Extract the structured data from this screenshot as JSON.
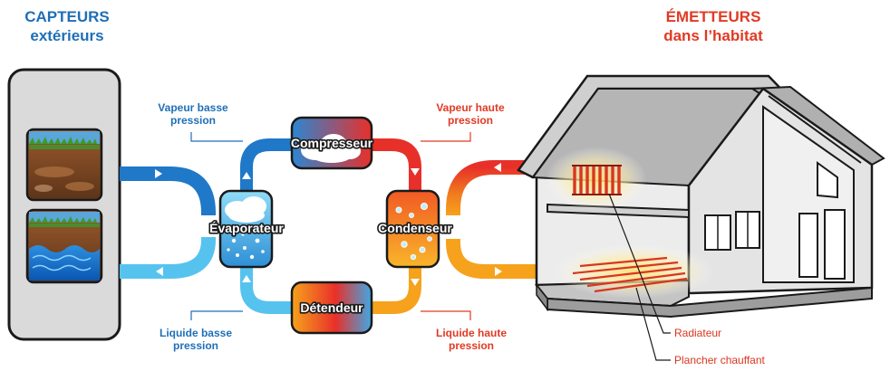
{
  "headings": {
    "sensors_line1": "CAPTEURS",
    "sensors_line2": "extérieurs",
    "emitters_line1": "ÉMETTEURS",
    "emitters_line2": "dans l’habitat"
  },
  "states": {
    "vapor_low_line1": "Vapeur basse",
    "vapor_low_line2": "pression",
    "vapor_high_line1": "Vapeur haute",
    "vapor_high_line2": "pression",
    "liquid_low_line1": "Liquide basse",
    "liquid_low_line2": "pression",
    "liquid_high_line1": "Liquide haute",
    "liquid_high_line2": "pression"
  },
  "components": {
    "compressor": "Compresseur",
    "evaporator": "Évaporateur",
    "condenser": "Condenseur",
    "expansion_valve": "Détendeur"
  },
  "legend": {
    "radiator": "Radiateur",
    "floor_heating": "Plancher chauffant"
  },
  "colors": {
    "cold_dark": "#1f78c8",
    "cold_light": "#56c3ef",
    "hot_red": "#e8302a",
    "hot_orange": "#f6a21c",
    "label_blue": "#1f6fb6",
    "label_red": "#e03a24"
  }
}
